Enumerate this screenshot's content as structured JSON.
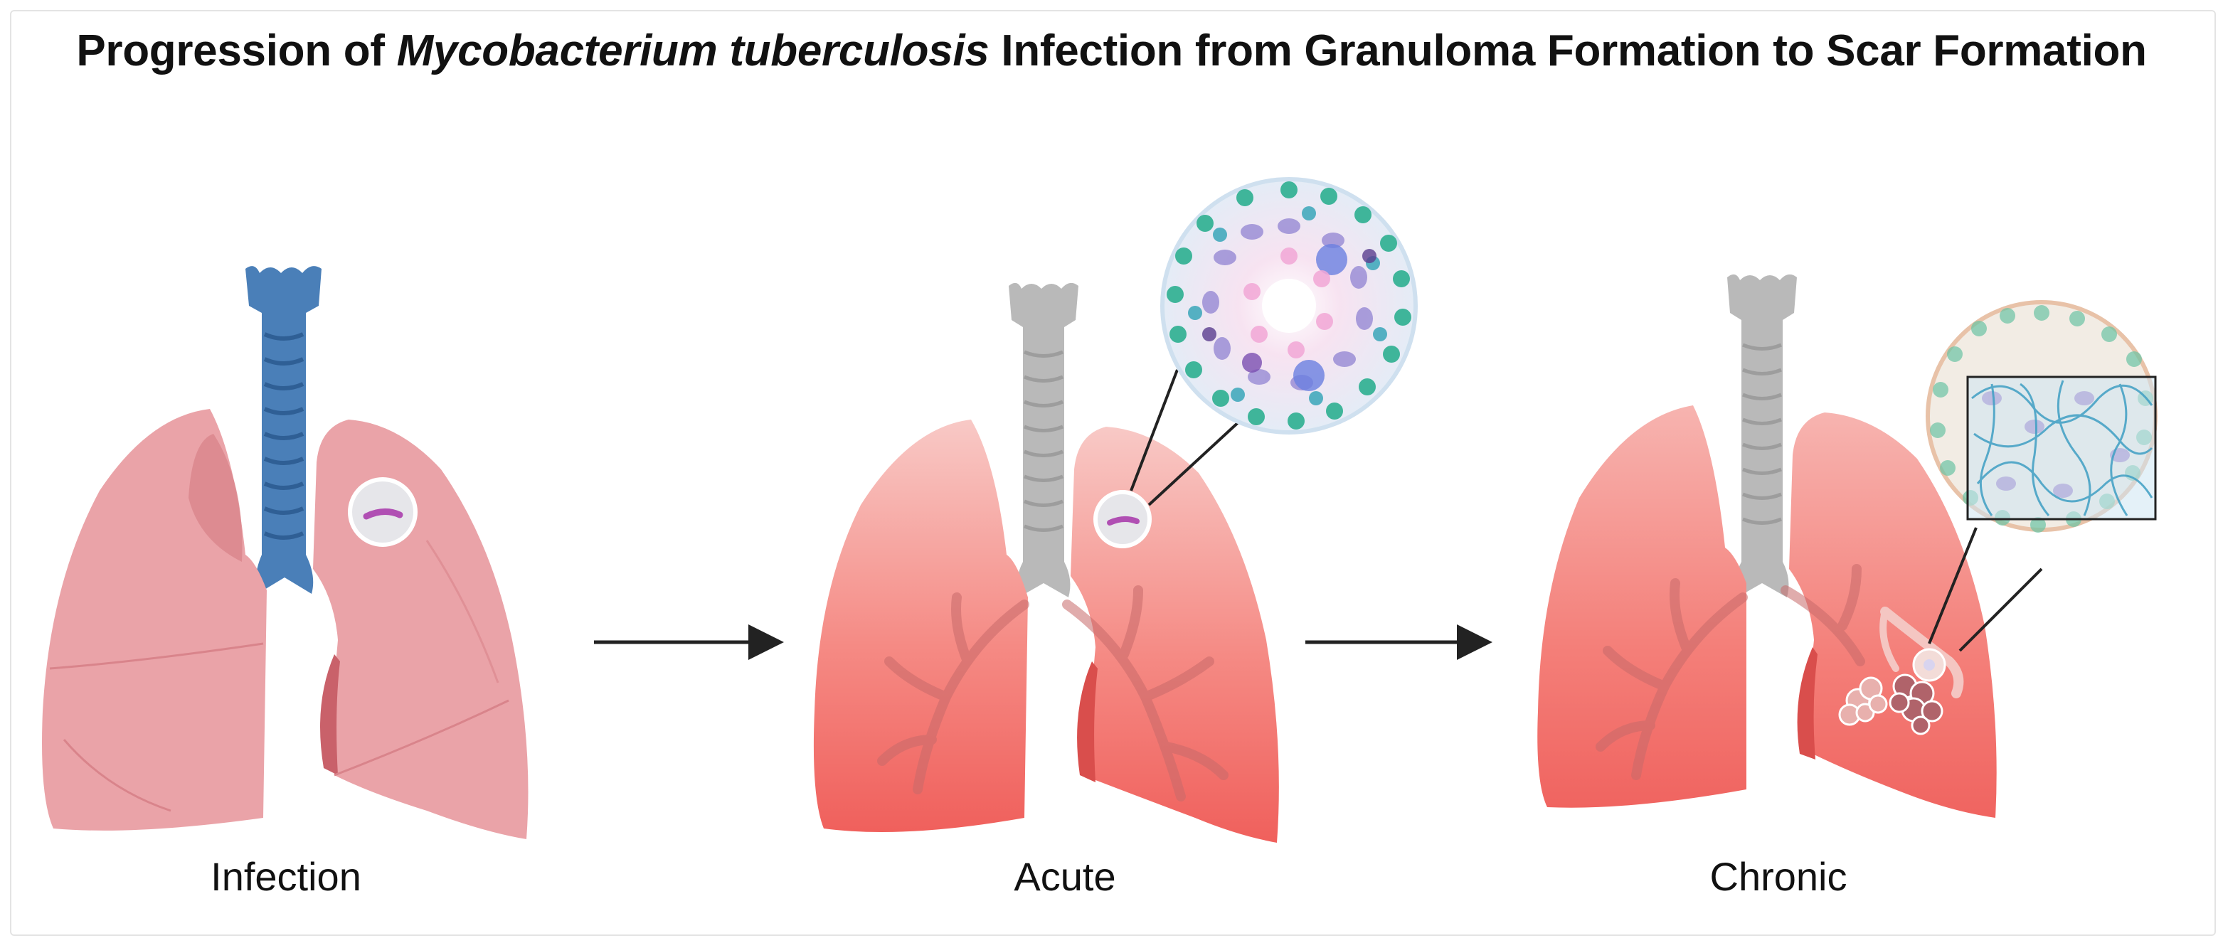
{
  "title": {
    "prefix": "Progression of ",
    "organism": "Mycobacterium tuberculosis",
    "suffix": " Infection from Granuloma Formation to Scar Formation"
  },
  "stages": [
    {
      "label": "Infection"
    },
    {
      "label": "Acute"
    },
    {
      "label": "Chronic"
    }
  ],
  "colors": {
    "healthy_lung": "#eaa3a8",
    "healthy_lung_dark": "#d9848b",
    "infected_lung": "#f07470",
    "trachea_healthy": "#4a7fb8",
    "trachea_gray": "#b9b9b9",
    "arrow": "#222222"
  }
}
